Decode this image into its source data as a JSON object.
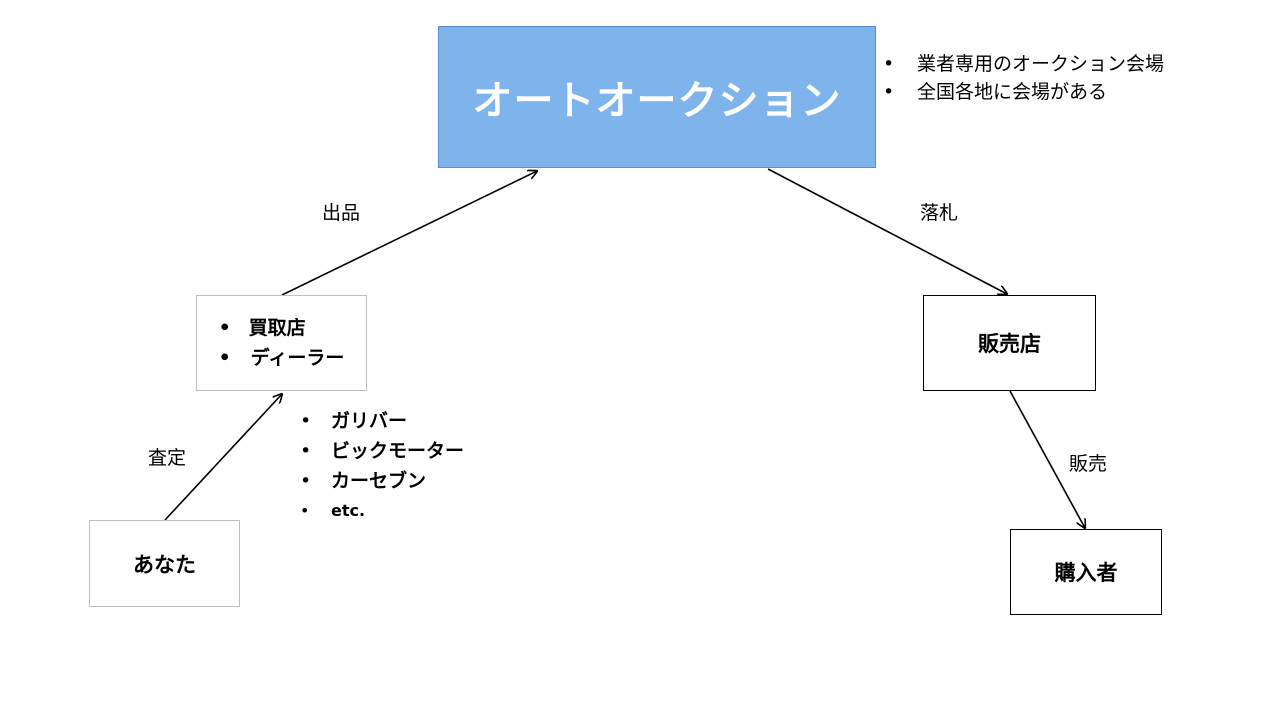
{
  "colors": {
    "auction_fill": "#7fb3ec",
    "auction_text": "#ffffff",
    "line": "#000000"
  },
  "nodes": {
    "auction": "オートオークション",
    "buyer_shop_items": [
      "買取店",
      "ディーラー"
    ],
    "you": "あなた",
    "dealer": "販売店",
    "purchaser": "購入者"
  },
  "auction_notes": [
    "業者専用のオークション会場",
    "全国各地に会場がある"
  ],
  "buyer_examples": [
    "ガリバー",
    "ビックモーター",
    "カーセブン",
    "etc."
  ],
  "edges": {
    "listing": "出品",
    "winning_bid": "落札",
    "appraisal": "査定",
    "sale": "販売"
  },
  "bullet_symbol": "•"
}
